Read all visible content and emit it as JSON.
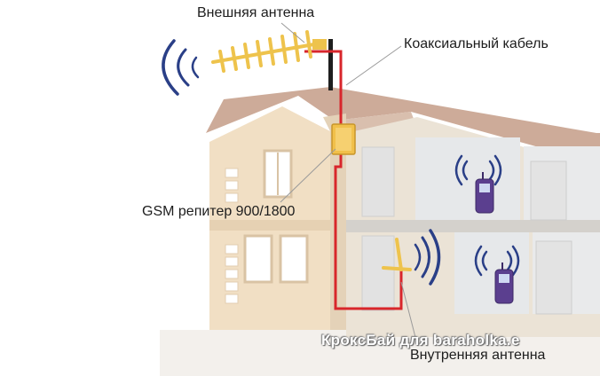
{
  "labels": {
    "outdoor_antenna": "Внешняя антенна",
    "coax_cable": "Коаксиальный кабель",
    "gsm_repeater": "GSM репитер 900/1800",
    "indoor_antenna": "Внутренняя антенна"
  },
  "watermark": "КроксБай для baraholka.e",
  "colors": {
    "wall": "#f1dfc4",
    "wall_shade": "#e2cdb0",
    "roof": "#c9a796",
    "interior": "#e8e9ea",
    "cable": "#d8262b",
    "antenna": "#f0c24a",
    "repeater": "#f1c04a",
    "signal": "#2a3f87",
    "phone": "#5b3f8f"
  },
  "icons": {
    "outdoor_antenna": "yagi-antenna-icon",
    "indoor_antenna": "indoor-antenna-icon",
    "repeater": "repeater-box-icon",
    "phone": "mobile-phone-icon",
    "signal": "signal-waves-icon"
  }
}
